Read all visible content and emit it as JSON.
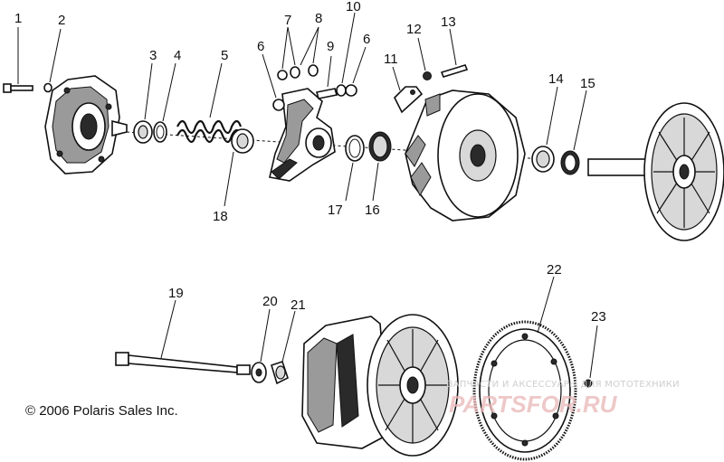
{
  "labels": {
    "n1": "1",
    "n2": "2",
    "n3": "3",
    "n4": "4",
    "n5": "5",
    "n6a": "6",
    "n6b": "6",
    "n7": "7",
    "n8": "8",
    "n9": "9",
    "n10": "10",
    "n11": "11",
    "n12": "12",
    "n13": "13",
    "n14": "14",
    "n15": "15",
    "n16": "16",
    "n17": "17",
    "n18": "18",
    "n19": "19",
    "n20": "20",
    "n21": "21",
    "n22": "22",
    "n23": "23"
  },
  "copyright": "© 2006 Polaris Sales Inc.",
  "watermark": {
    "tagline": "ЗАПЧАСТИ И АКСЕССУАРЫ ДЛЯ МОТОТЕХНИКИ",
    "brand": "PARTSFOR.RU"
  }
}
